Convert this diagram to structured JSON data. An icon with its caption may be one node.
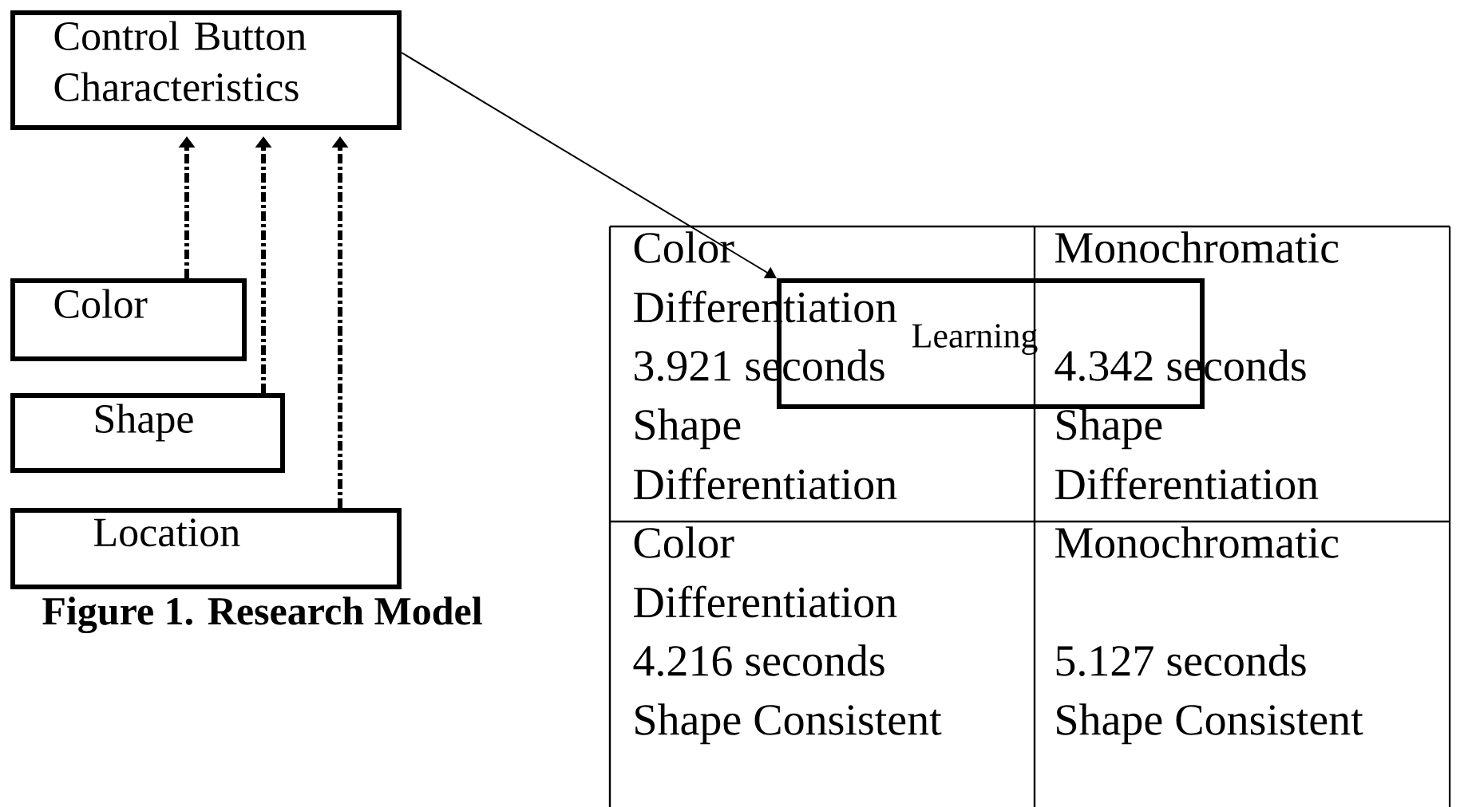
{
  "diagram": {
    "caption": "Figure 1. Research Model",
    "nodes": [
      {
        "text": [
          "Control Button Characteristics"
        ]
      },
      {
        "text": [
          "Color"
        ]
      },
      {
        "text": [
          "Shape"
        ]
      },
      {
        "text": [
          "Location"
        ]
      },
      {
        "text": [
          "Learning"
        ]
      }
    ],
    "edges": [
      {
        "from": 1,
        "to": 0,
        "arrow": "to",
        "style": "dashed"
      },
      {
        "from": 2,
        "to": 0,
        "arrow": "to",
        "style": "dashed"
      },
      {
        "from": 3,
        "to": 0,
        "arrow": "to",
        "style": "dashed"
      },
      {
        "from": 0,
        "to": 4,
        "arrow": "to"
      }
    ],
    "labels": [
      "Color",
      "Differentiation",
      "3.921 seconds",
      "Shape",
      "Differentiation",
      "Monochromatic",
      "4.342 seconds",
      "Shape",
      "Differentiation",
      "Color",
      "Differentiation",
      "4.216 seconds",
      "Shape Consistent",
      "Monochromatic",
      "5.127 seconds",
      "Shape Consistent"
    ]
  }
}
